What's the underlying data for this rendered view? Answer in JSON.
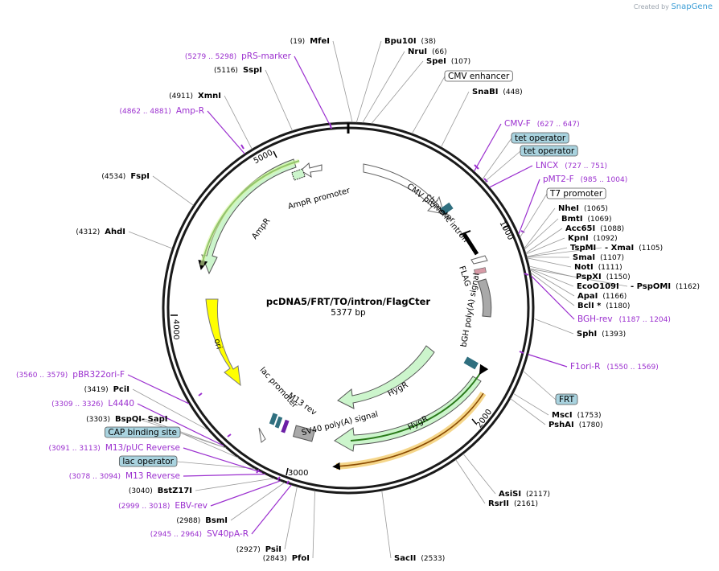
{
  "credit": {
    "prefix": "Created by",
    "brand": "SnapGene"
  },
  "plasmid": {
    "name": "pcDNA5/FRT/TO/intron/FlagCter",
    "size_label": "5377 bp",
    "length": 5377
  },
  "ticks": [
    "1000",
    "2000",
    "3000",
    "4000",
    "5000"
  ],
  "colors": {
    "enzyme": "#000000",
    "primer": "#9b2fcf",
    "box_blue": "#a9d3df",
    "box_white": "#ffffff",
    "hygr": "#ccf5cc",
    "ori": "#ffff00",
    "grey": "#a9a9a9",
    "teal": "#2f6f7f"
  },
  "enzymes": [
    {
      "name": "MfeI",
      "pos": "(19)",
      "p": 19
    },
    {
      "name": "Bpu10I",
      "pos": "(38)",
      "p": 38
    },
    {
      "name": "NruI",
      "pos": "(66)",
      "p": 66
    },
    {
      "name": "SpeI",
      "pos": "(107)",
      "p": 107
    },
    {
      "name": "SnaBI",
      "pos": "(448)",
      "p": 448
    },
    {
      "name": "NheI",
      "pos": "(1065)",
      "p": 1065
    },
    {
      "name": "BmtI",
      "pos": "(1069)",
      "p": 1069
    },
    {
      "name": "Acc65I",
      "pos": "(1088)",
      "p": 1088
    },
    {
      "name": "KpnI",
      "pos": "(1092)",
      "p": 1092
    },
    {
      "name": "TspMI",
      "pos": "",
      "p": 1105
    },
    {
      "name": "- XmaI",
      "pos": "(1105)",
      "p": 1105
    },
    {
      "name": "SmaI",
      "pos": "(1107)",
      "p": 1107
    },
    {
      "name": "NotI",
      "pos": "(1111)",
      "p": 1111
    },
    {
      "name": "PspXI",
      "pos": "(1150)",
      "p": 1150
    },
    {
      "name": "EcoO109I",
      "pos": "",
      "p": 1162
    },
    {
      "name": "- PspOMI",
      "pos": "(1162)",
      "p": 1162
    },
    {
      "name": "ApaI",
      "pos": "(1166)",
      "p": 1166
    },
    {
      "name": "BclI *",
      "pos": "(1180)",
      "p": 1180
    },
    {
      "name": "SphI",
      "pos": "(1393)",
      "p": 1393
    },
    {
      "name": "MscI",
      "pos": "(1753)",
      "p": 1753
    },
    {
      "name": "PshAI",
      "pos": "(1780)",
      "p": 1780
    },
    {
      "name": "AsiSI",
      "pos": "(2117)",
      "p": 2117
    },
    {
      "name": "RsrII",
      "pos": "(2161)",
      "p": 2161
    },
    {
      "name": "SacII",
      "pos": "(2533)",
      "p": 2533
    },
    {
      "name": "PfoI",
      "pos": "(2843)",
      "p": 2843
    },
    {
      "name": "PsiI",
      "pos": "(2927)",
      "p": 2927
    },
    {
      "name": "BsmI",
      "pos": "(2988)",
      "p": 2988
    },
    {
      "name": "BstZ17I",
      "pos": "(3040)",
      "p": 3040
    },
    {
      "name": "BspQI",
      "pos": "(3303)",
      "p": 3303
    },
    {
      "name": "- SapI",
      "pos": "",
      "p": 3303
    },
    {
      "name": "PciI",
      "pos": "(3419)",
      "p": 3419
    },
    {
      "name": "AhdI",
      "pos": "(4312)",
      "p": 4312
    },
    {
      "name": "FspI",
      "pos": "(4534)",
      "p": 4534
    },
    {
      "name": "XmnI",
      "pos": "(4911)",
      "p": 4911
    },
    {
      "name": "SspI",
      "pos": "(5116)",
      "p": 5116
    }
  ],
  "primers": [
    {
      "name": "pRS-marker",
      "range": "(5279 .. 5298)",
      "p": 5288
    },
    {
      "name": "Amp-R",
      "range": "(4862 .. 4881)",
      "p": 4871
    },
    {
      "name": "CMV-F",
      "range": "(627 .. 647)",
      "p": 637
    },
    {
      "name": "LNCX",
      "range": "(727 .. 751)",
      "p": 739
    },
    {
      "name": "pMT2-F",
      "range": "(985 .. 1004)",
      "p": 994
    },
    {
      "name": "BGH-rev",
      "range": "(1187 .. 1204)",
      "p": 1195
    },
    {
      "name": "F1ori-R",
      "range": "(1550 .. 1569)",
      "p": 1560
    },
    {
      "name": "pBR322ori-F",
      "range": "(3560 .. 3579)",
      "p": 3570
    },
    {
      "name": "L4440",
      "range": "(3309 .. 3326)",
      "p": 3318
    },
    {
      "name": "M13/pUC Reverse",
      "range": "(3091 .. 3113)",
      "p": 3102
    },
    {
      "name": "M13 Reverse",
      "range": "(3078 .. 3094)",
      "p": 3086
    },
    {
      "name": "EBV-rev",
      "range": "(2999 .. 3018)",
      "p": 3009
    },
    {
      "name": "SV40pA-R",
      "range": "(2945 .. 2964)",
      "p": 2955
    }
  ],
  "boxes": [
    {
      "name": "CMV enhancer",
      "style": "white",
      "p": 300
    },
    {
      "name": "tet operator",
      "style": "blue",
      "p": 690
    },
    {
      "name": "tet operator",
      "style": "blue",
      "p": 705
    },
    {
      "name": "T7 promoter",
      "style": "white",
      "p": 1010
    },
    {
      "name": "FRT",
      "style": "blue",
      "p": 1640
    },
    {
      "name": "CAP binding site",
      "style": "blue",
      "p": 3230
    },
    {
      "name": "lac operator",
      "style": "blue",
      "p": 3140
    }
  ],
  "features": [
    {
      "name": "CMV promoter",
      "start": 300,
      "end": 860,
      "kind": "promoter"
    },
    {
      "name": "chimeric intron",
      "start": 890,
      "end": 1060,
      "kind": "intron"
    },
    {
      "name": "FLAG",
      "start": 1120,
      "end": 1150,
      "kind": "tag"
    },
    {
      "name": "bGH poly(A) signal",
      "start": 1200,
      "end": 1420,
      "kind": "grey"
    },
    {
      "name": "HygR",
      "start": 1590,
      "end": 2700,
      "kind": "cds"
    },
    {
      "name": "SV40 poly(A) signal",
      "start": 2860,
      "end": 2990,
      "kind": "grey"
    },
    {
      "name": "M13 rev",
      "start": 3070,
      "end": 3095,
      "kind": "small"
    },
    {
      "name": "lac promoter",
      "start": 3150,
      "end": 3330,
      "kind": "promoter"
    },
    {
      "name": "ori",
      "start": 3480,
      "end": 3980,
      "kind": "ori"
    },
    {
      "name": "AmpR",
      "start": 4150,
      "end": 5010,
      "kind": "cds"
    },
    {
      "name": "AmpR promoter",
      "start": 5010,
      "end": 5120,
      "kind": "promoter"
    }
  ]
}
